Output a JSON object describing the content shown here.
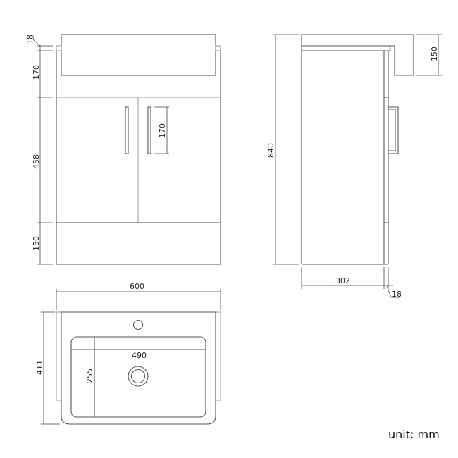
{
  "front_view": {
    "dimensions": {
      "basin_overhang": "18",
      "basin_height": "170",
      "door_height": "458",
      "drawer_height": "150",
      "handle_length": "170"
    }
  },
  "side_view": {
    "dimensions": {
      "total_height": "840",
      "basin_height": "150",
      "depth": "302",
      "door_thickness": "18"
    }
  },
  "top_view": {
    "dimensions": {
      "width": "600",
      "depth": "411",
      "bowl_width": "490",
      "bowl_depth": "255"
    }
  },
  "footer": {
    "unit_label": "unit: mm"
  },
  "colors": {
    "line": "#555555",
    "light_line": "#9a9a9a",
    "text": "#222222"
  }
}
